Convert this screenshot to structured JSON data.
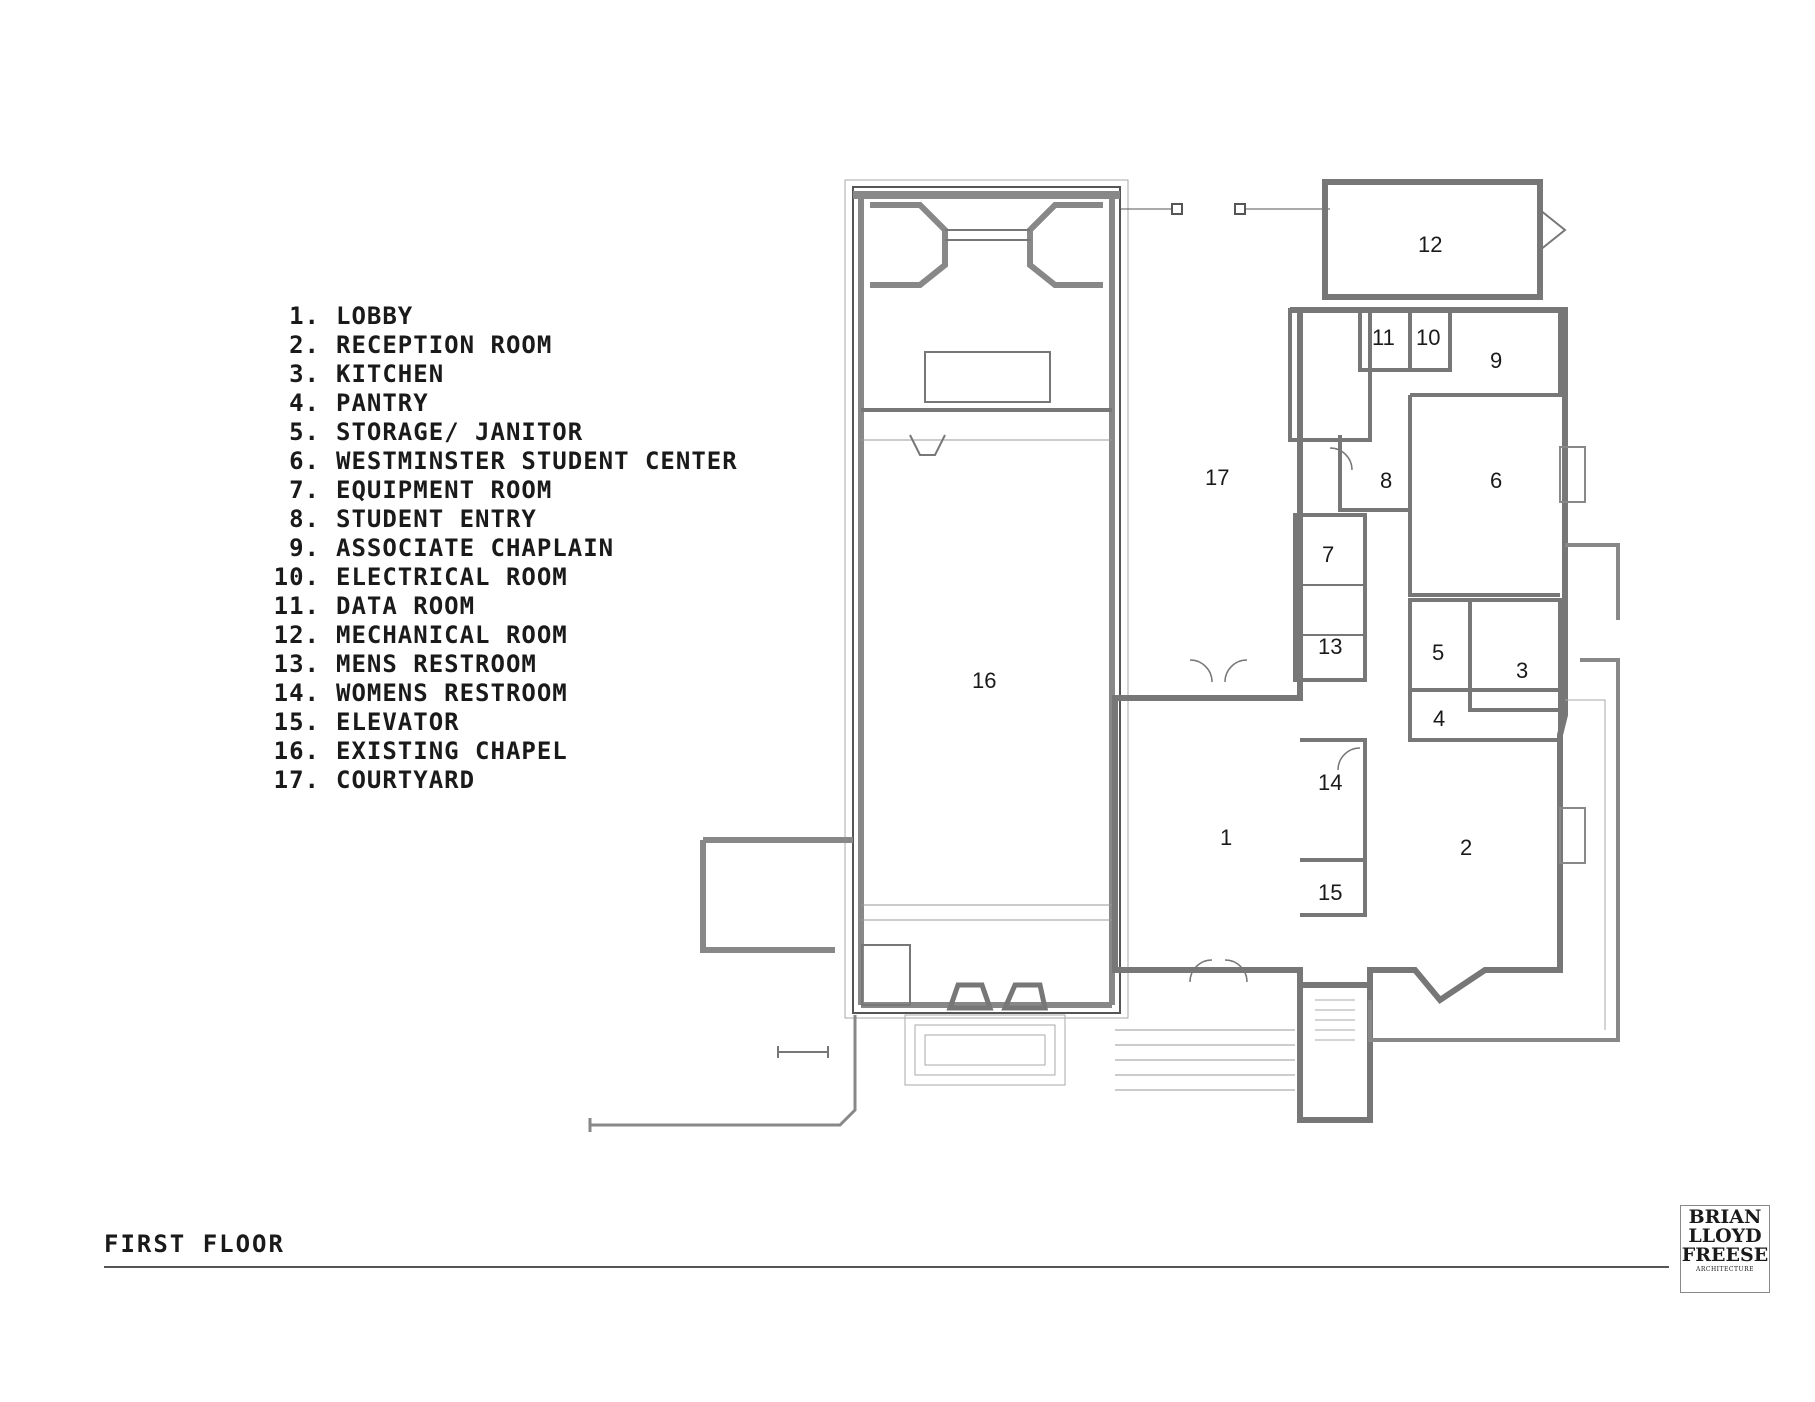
{
  "legend": [
    {
      "number": "1.",
      "label": "LOBBY"
    },
    {
      "number": "2.",
      "label": "RECEPTION ROOM"
    },
    {
      "number": "3.",
      "label": "KITCHEN"
    },
    {
      "number": "4.",
      "label": "PANTRY"
    },
    {
      "number": "5.",
      "label": "STORAGE/ JANITOR"
    },
    {
      "number": "6.",
      "label": "WESTMINSTER STUDENT CENTER"
    },
    {
      "number": "7.",
      "label": "EQUIPMENT ROOM"
    },
    {
      "number": "8.",
      "label": "STUDENT ENTRY"
    },
    {
      "number": "9.",
      "label": "ASSOCIATE CHAPLAIN"
    },
    {
      "number": "10.",
      "label": "ELECTRICAL ROOM"
    },
    {
      "number": "11.",
      "label": "DATA ROOM"
    },
    {
      "number": "12.",
      "label": "MECHANICAL ROOM"
    },
    {
      "number": "13.",
      "label": "MENS RESTROOM"
    },
    {
      "number": "14.",
      "label": "WOMENS RESTROOM"
    },
    {
      "number": "15.",
      "label": "ELEVATOR"
    },
    {
      "number": "16.",
      "label": "EXISTING CHAPEL"
    },
    {
      "number": "17.",
      "label": "COURTYARD"
    }
  ],
  "room_labels": [
    "1",
    "2",
    "3",
    "4",
    "5",
    "6",
    "7",
    "8",
    "9",
    "10",
    "11",
    "12",
    "13",
    "14",
    "15",
    "16",
    "17"
  ],
  "title": "FIRST FLOOR",
  "logo": {
    "line1": "BRIAN",
    "line2": "LLOYD",
    "line3": "FREESE",
    "line4": "ARCHITECTURE"
  }
}
